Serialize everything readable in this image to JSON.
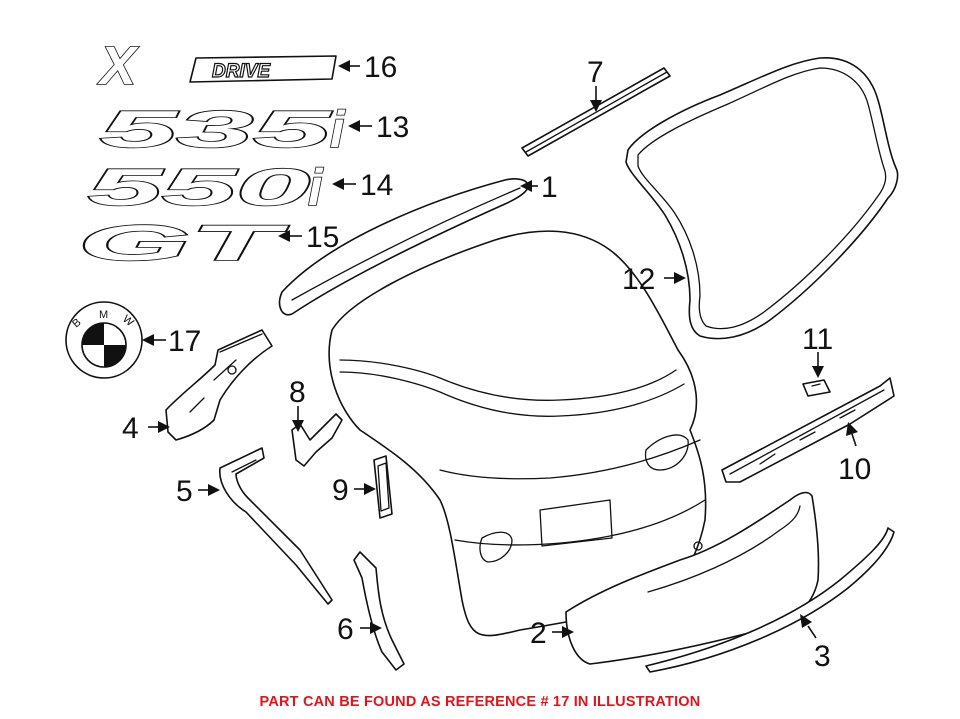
{
  "badges": {
    "xdrive_x": "X",
    "xdrive_word": "DRIVE",
    "model_535": "535",
    "model_550": "550",
    "suffix_i": "i",
    "gt": "GT",
    "logo_letters": [
      "B",
      "M",
      "W"
    ]
  },
  "callouts": {
    "c1": "1",
    "c2": "2",
    "c3": "3",
    "c4": "4",
    "c5": "5",
    "c6": "6",
    "c7": "7",
    "c8": "8",
    "c9": "9",
    "c10": "10",
    "c11": "11",
    "c12": "12",
    "c13": "13",
    "c14": "14",
    "c15": "15",
    "c16": "16",
    "c17": "17"
  },
  "caption": {
    "text": "PART CAN BE FOUND AS REFERENCE # 17 IN ILLUSTRATION",
    "color": "#e0141b"
  },
  "colors": {
    "line": "#111111",
    "fill": "#ffffff"
  }
}
